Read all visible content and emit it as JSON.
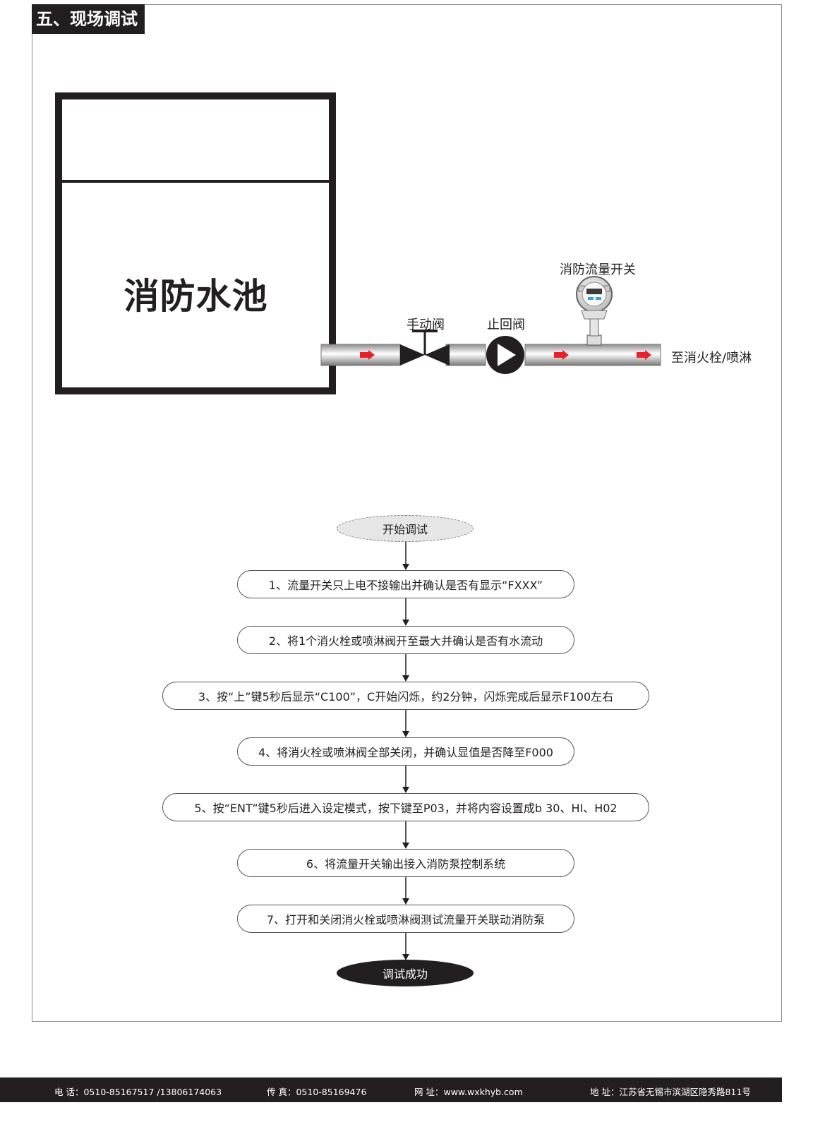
{
  "section_title": "五、现场调试",
  "diagram": {
    "pool_label": "消防水池",
    "manual_valve_label": "手动阀",
    "check_valve_label": "止回阀",
    "flow_switch_label": "消防流量开关",
    "outlet_label": "至消火栓/喷淋"
  },
  "flowchart": {
    "start": "开始调试",
    "steps": [
      "1、流量开关只上电不接输出并确认是否有显示“FXXX”",
      "2、将1个消火栓或喷淋阀开至最大并确认是否有水流动",
      "3、按“上”键5秒后显示“C100”，C开始闪烁，约2分钟，闪烁完成后显示F100左右",
      "4、将消火栓或喷淋阀全部关闭，并确认显值是否降至F000",
      "5、按“ENT”键5秒后进入设定模式，按下键至P03，并将内容设置成b 30、HI、H02",
      "6、将流量开关输出接入消防泵控制系统",
      "7、打开和关闭消火栓或喷淋阀测试流量开关联动消防泵"
    ],
    "end": "调试成功"
  },
  "footer": {
    "phone": "电  话：0510-85167517 /13806174063",
    "fax": "传  真：0510-85169476",
    "website": "网  址：www.wxkhyb.com",
    "address": "地  址：江苏省无锡市滨湖区隐秀路811号"
  },
  "colors": {
    "dark": "#231f20",
    "arrow_red": "#e8202a",
    "pipe_gray": "#c8c8c8"
  }
}
